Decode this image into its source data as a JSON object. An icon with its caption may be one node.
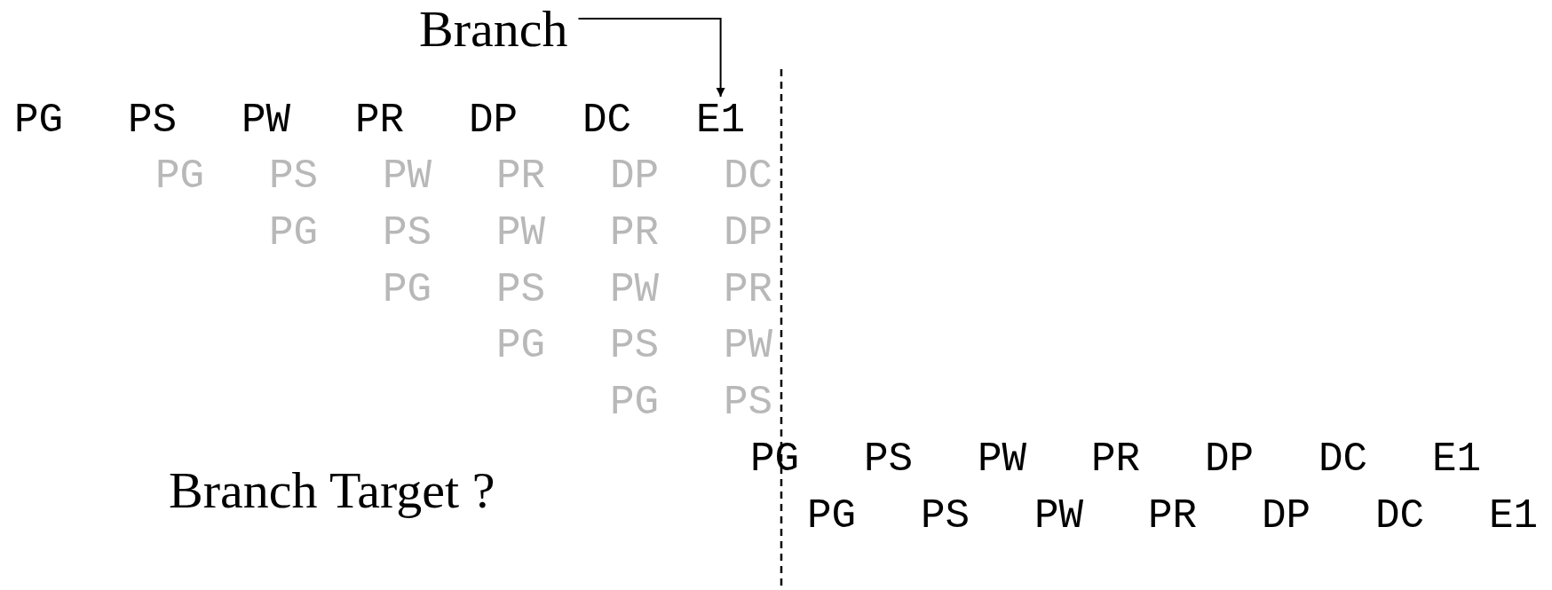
{
  "diagram": {
    "nodes": [
      {
        "text": [
          "Branch"
        ]
      },
      {
        "text": [
          "E1"
        ]
      }
    ],
    "edges": [
      {
        "from": 0,
        "to": 1,
        "arrow": "to"
      }
    ],
    "labels": [
      "PG",
      "PS",
      "PW",
      "PR",
      "DP",
      "DC",
      "PG",
      "PS",
      "PW",
      "PR",
      "DP",
      "DC",
      "PG",
      "PS",
      "PW",
      "PR",
      "DP",
      "PG",
      "PS",
      "PW",
      "PR",
      "PG",
      "PS",
      "PW",
      "PG",
      "PS",
      "PG",
      "PS",
      "PW",
      "PR",
      "DP",
      "DC",
      "E1",
      "Branch Target ?",
      "PG",
      "PS",
      "PW",
      "PR",
      "DP",
      "DC",
      "E1"
    ]
  }
}
